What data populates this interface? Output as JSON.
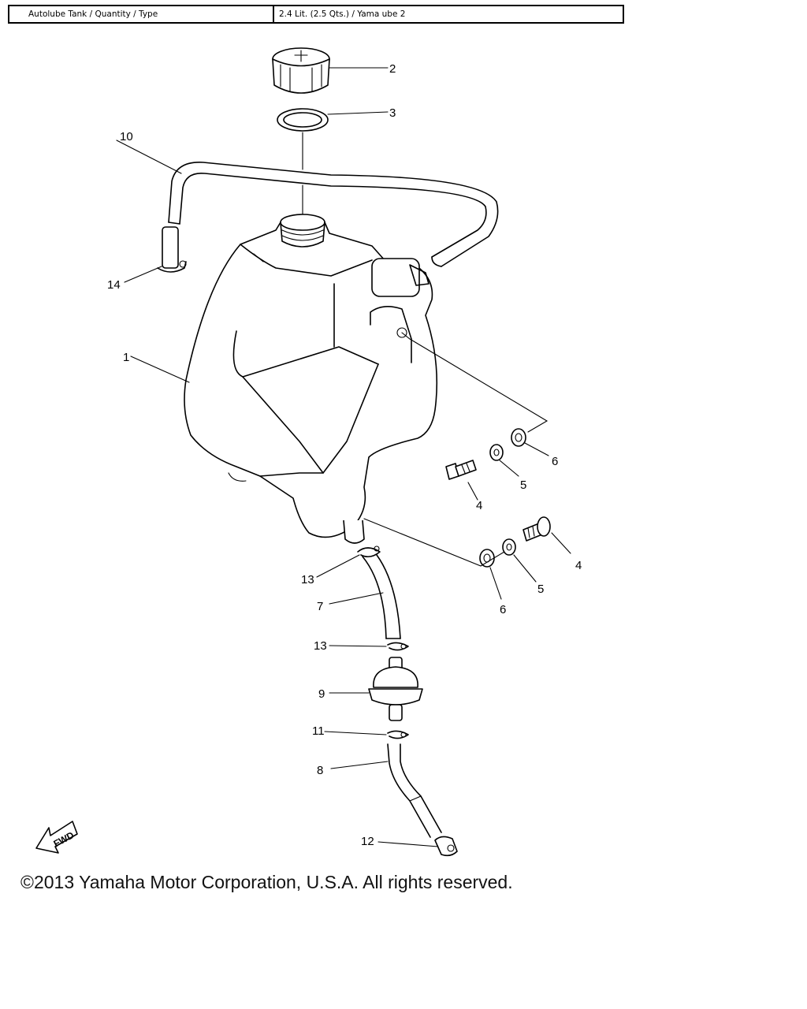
{
  "spec": {
    "label": "Autolube Tank / Quantity / Type",
    "value": "2.4 Lit. (2.5 Qts.) / Yama ube 2"
  },
  "callouts": {
    "c1": "1",
    "c2": "2",
    "c3": "3",
    "c4a": "4",
    "c4b": "4",
    "c5a": "5",
    "c5b": "5",
    "c6a": "6",
    "c6b": "6",
    "c7": "7",
    "c8": "8",
    "c9": "9",
    "c10": "10",
    "c11": "11",
    "c12": "12",
    "c13a": "13",
    "c13b": "13",
    "c14": "14"
  },
  "fwd_mark": "FWD",
  "copyright": "©2013 Yamaha Motor Corporation, U.S.A. All rights reserved."
}
